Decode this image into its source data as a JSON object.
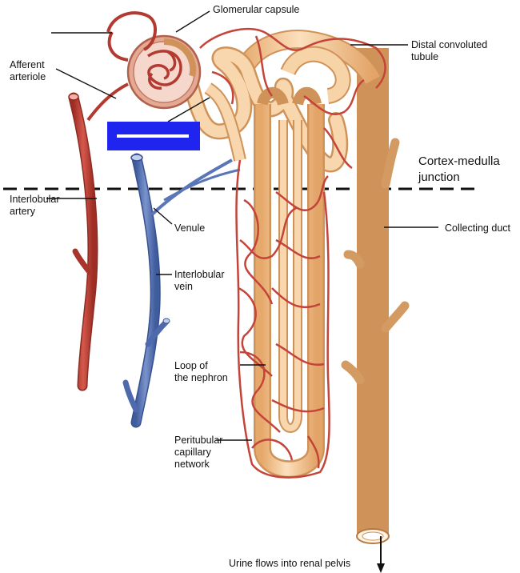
{
  "labels": {
    "glomerular_capsule": "Glomerular capsule",
    "distal_convoluted_tubule": "Distal convoluted\ntubule",
    "afferent_arteriole": "Afferent\narteriole",
    "cortex_medulla_junction": "Cortex-medulla\njunction",
    "interlobular_artery": "Interlobular\nartery",
    "venule": "Venule",
    "collecting_duct": "Collecting duct",
    "interlobular_vein": "Interlobular\nvein",
    "loop_of_nephron": "Loop of\nthe nephron",
    "peritubular_capillary_network": "Peritubular\ncapillary\nnetwork",
    "urine_flow": "Urine flows into renal pelvis"
  },
  "colors": {
    "artery": "#c4443a",
    "artery_dark": "#8e2a22",
    "vein": "#5b76b8",
    "vein_dark": "#34508f",
    "tubule": "#f2c592",
    "tubule_dark": "#d39a61",
    "tubule_light": "#fbe3c4",
    "capillary": "#c8553f",
    "capsule": "#e0a08a",
    "blank_box": "#1f24ee"
  }
}
